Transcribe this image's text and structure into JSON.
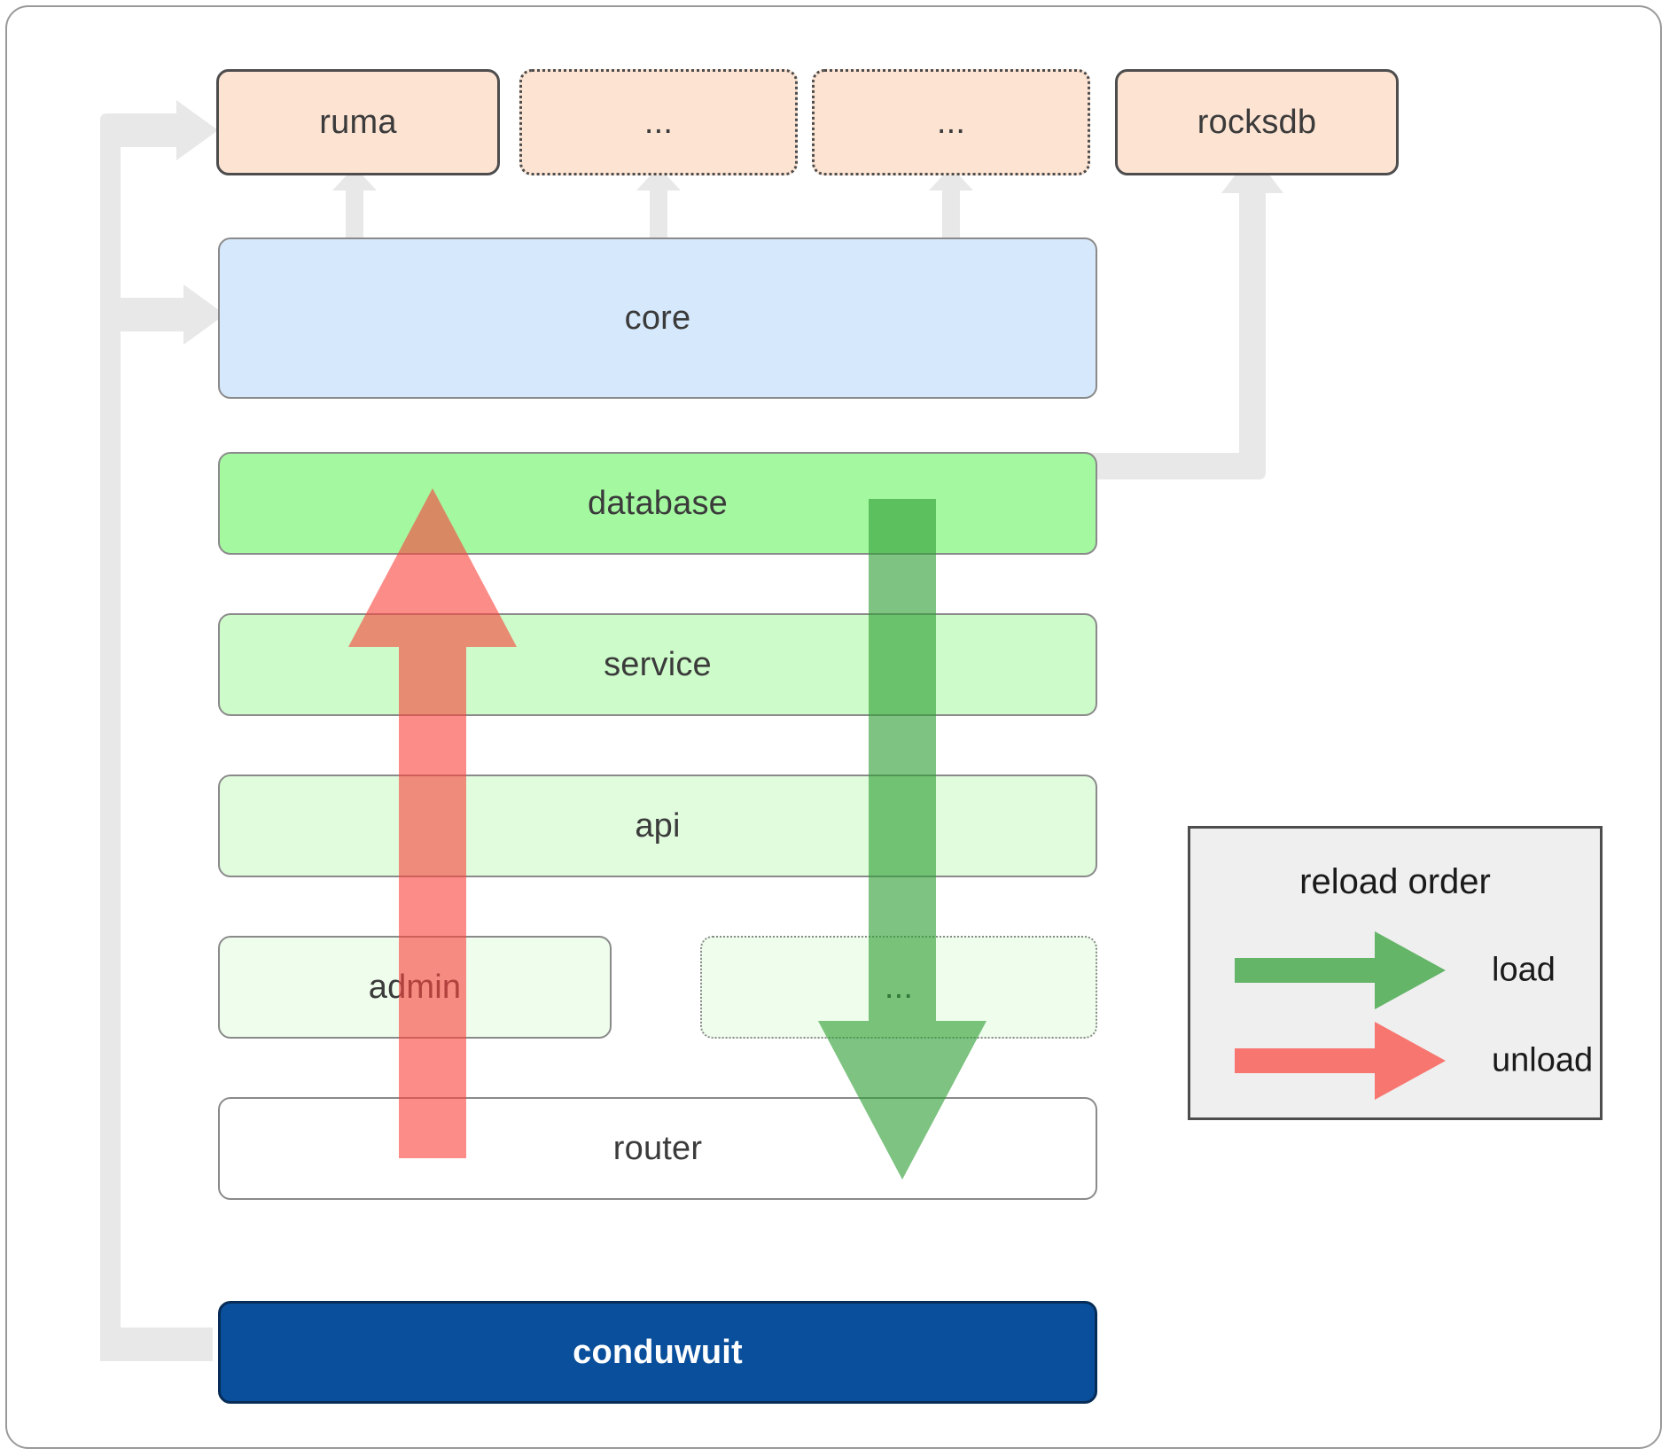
{
  "diagram": {
    "title": "conduwuit crate / layer architecture",
    "colors": {
      "crate_fill": "#fde3d2",
      "crate_border": "#4d4d4d",
      "core_fill": "#d6e8fb",
      "database_fill": "#a4f8a0",
      "service_fill": "#cdfbc9",
      "api_fill": "#e0fcdd",
      "admin_fill": "#eefdec",
      "router_fill": "#ffffff",
      "root_fill": "#0a4f9c",
      "root_text": "#ffffff",
      "connector": "#e8e8e8",
      "load_arrow": "#4caf50",
      "unload_arrow": "#f9827f",
      "legend_bg": "#efefef",
      "frame_border": "#9a9a9a"
    },
    "external_crates": [
      {
        "id": "ruma",
        "label": "ruma",
        "style": "solid"
      },
      {
        "id": "dots1",
        "label": "...",
        "style": "dotted"
      },
      {
        "id": "dots2",
        "label": "...",
        "style": "dotted"
      },
      {
        "id": "rocksdb",
        "label": "rocksdb",
        "style": "solid"
      }
    ],
    "layers": [
      {
        "id": "core",
        "label": "core",
        "style": "solid"
      },
      {
        "id": "database",
        "label": "database",
        "style": "solid"
      },
      {
        "id": "service",
        "label": "service",
        "style": "solid"
      },
      {
        "id": "api",
        "label": "api",
        "style": "solid"
      },
      {
        "id": "admin",
        "label": "admin",
        "style": "solid"
      },
      {
        "id": "layerdots",
        "label": "...",
        "style": "dotted"
      },
      {
        "id": "router",
        "label": "router",
        "style": "solid"
      }
    ],
    "root": {
      "id": "conduwuit",
      "label": "conduwuit"
    },
    "legend": {
      "title": "reload order",
      "items": [
        {
          "id": "load",
          "label": "load",
          "color": "#4caf50"
        },
        {
          "id": "unload",
          "label": "unload",
          "color": "#f9827f"
        }
      ]
    },
    "flows": [
      {
        "id": "load-flow",
        "label": "load",
        "direction": "down",
        "from": "database",
        "to": "router"
      },
      {
        "id": "unload-flow",
        "label": "unload",
        "direction": "up",
        "from": "router",
        "to": "database"
      }
    ]
  }
}
